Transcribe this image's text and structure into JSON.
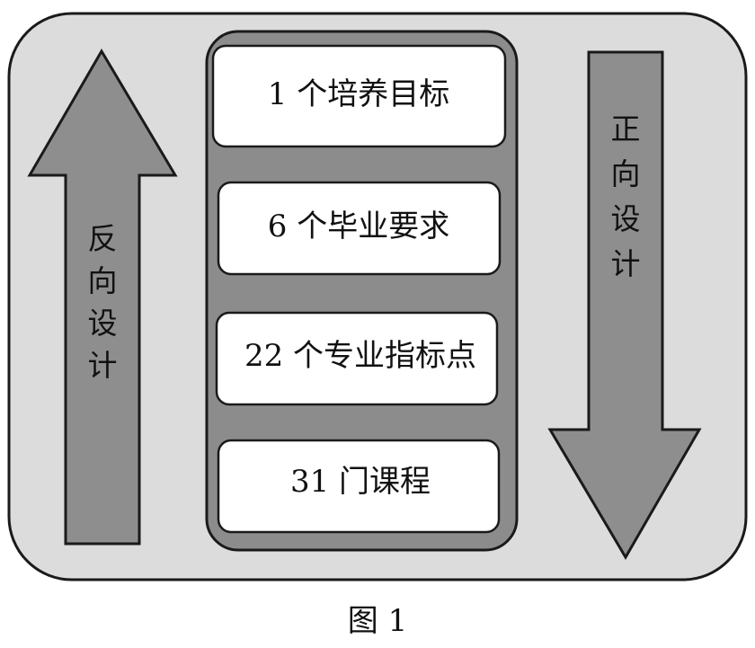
{
  "diagram": {
    "boxes": [
      {
        "label": "1 个培养目标"
      },
      {
        "label": "6 个毕业要求"
      },
      {
        "label": "22 个专业指标点"
      },
      {
        "label": "31 门课程"
      }
    ],
    "left_arrow": {
      "chars": [
        "反",
        "向",
        "设",
        "计"
      ]
    },
    "right_arrow": {
      "chars": [
        "正",
        "向",
        "设",
        "计"
      ]
    }
  },
  "caption": "图 1",
  "colors": {
    "outer_fill": "#dcdcdc",
    "panel_fill": "#8c8c8c",
    "arrow_fill": "#8e8e8e",
    "box_fill": "#ffffff",
    "stroke": "#1a1a1a"
  }
}
